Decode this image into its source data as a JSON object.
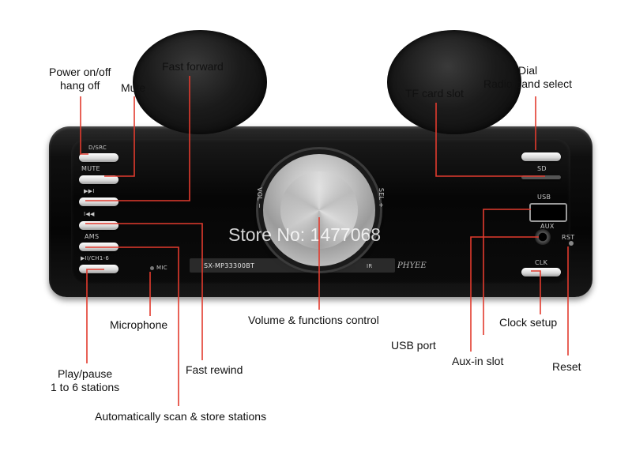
{
  "device": {
    "watermark": "Store No: 1477068",
    "model": "SX-MP33300BT",
    "brand": "PHYEE",
    "buttons": {
      "power_src": "D/SRC",
      "mute": "MUTE",
      "fast_forward": "▶▶I",
      "rewind": "I◀◀",
      "ams": "AMS",
      "play_ch": "▶II/CH1-6",
      "mic": "MIC",
      "ir": "IR",
      "vol": "VOL",
      "vol_sign": "−",
      "sel": "SEL",
      "sel_sign": "+",
      "sd": "SD",
      "usb": "USB",
      "aux": "AUX",
      "rst": "RST",
      "clk": "CLK"
    }
  },
  "labels": {
    "power_line1": "Power on/off",
    "power_line2": "hang off",
    "mute": "Mute",
    "fast_forward": "Fast forward",
    "tf_card": "TF card slot",
    "dial": "Dial",
    "radio_band": "Radio band select",
    "microphone": "Microphone",
    "volume": "Volume & functions control",
    "clock": "Clock setup",
    "usb_port": "USB port",
    "aux_in": "Aux-in slot",
    "reset": "Reset",
    "play_line1": "Play/pause",
    "play_line2": "1 to 6 stations",
    "fast_rewind": "Fast rewind",
    "auto_scan": "Automatically scan & store stations"
  },
  "colors": {
    "callout_line": "#e23b2e",
    "label_text": "#111111",
    "device_body": "#0a0a0a"
  }
}
